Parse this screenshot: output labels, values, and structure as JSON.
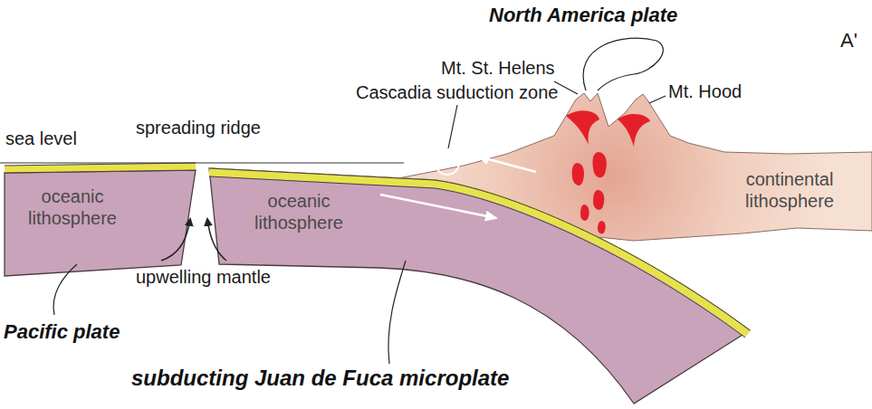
{
  "diagram": {
    "nodes": [
      {
        "text": [
          "oceanic lithosphere"
        ]
      },
      {
        "text": [
          "oceanic lithosphere"
        ]
      },
      {
        "text": [
          "continental lithosphere"
        ]
      }
    ],
    "labels": [
      "North America plate",
      "A'",
      "Mt. St. Helens",
      "Cascadia suduction zone",
      "Mt. Hood",
      "sea level",
      "spreading ridge",
      "upwelling mantle",
      "Pacific plate",
      "subducting Juan de Fuca microplate"
    ]
  }
}
